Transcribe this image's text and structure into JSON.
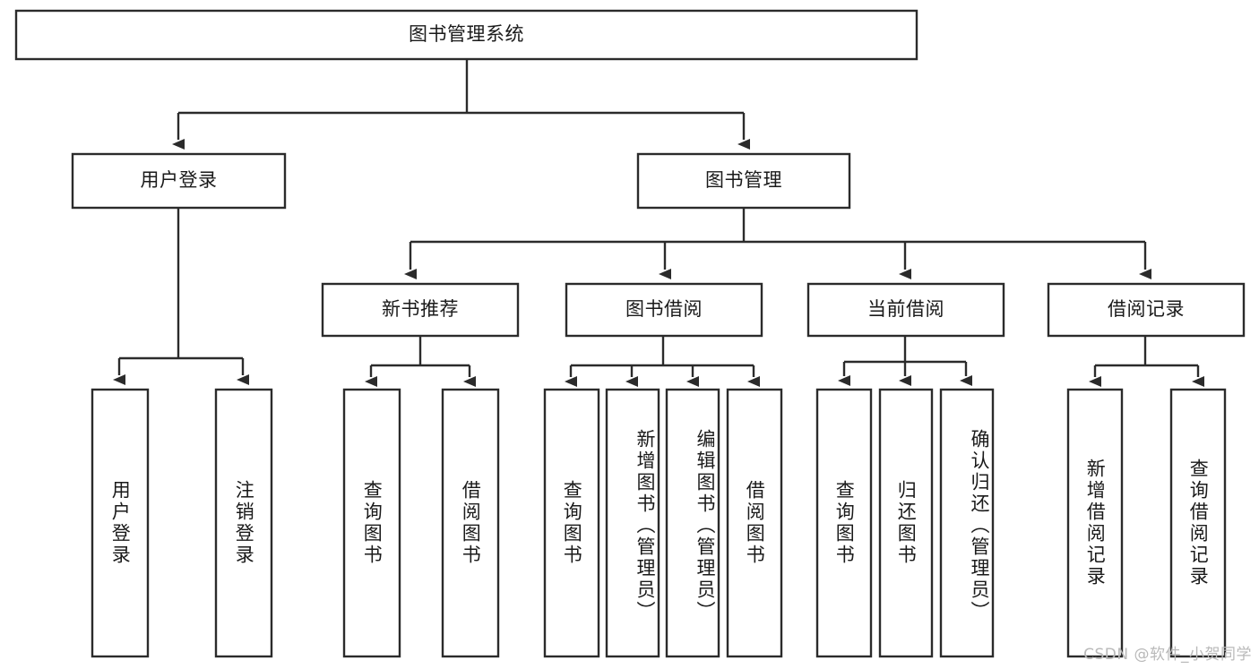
{
  "diagram": {
    "title": "图书管理系统",
    "type": "tree",
    "root": {
      "label": "图书管理系统"
    },
    "level2": [
      {
        "id": "user-login",
        "label": "用户登录"
      },
      {
        "id": "book-manage",
        "label": "图书管理"
      }
    ],
    "level3": [
      {
        "id": "new-book-rec",
        "label": "新书推荐"
      },
      {
        "id": "book-borrow",
        "label": "图书借阅"
      },
      {
        "id": "current-borrow",
        "label": "当前借阅"
      },
      {
        "id": "borrow-record",
        "label": "借阅记录"
      }
    ],
    "leaves": {
      "user_login": [
        {
          "id": "leaf-user-login",
          "label": "用户登录"
        },
        {
          "id": "leaf-logout",
          "label": "注销登录"
        }
      ],
      "new_book_rec": [
        {
          "id": "leaf-query-book-1",
          "label": "查询图书"
        },
        {
          "id": "leaf-borrow-book-1",
          "label": "借阅图书"
        }
      ],
      "book_borrow": [
        {
          "id": "leaf-query-book-2",
          "label": "查询图书"
        },
        {
          "id": "leaf-add-book",
          "label": "新增图书（管理员）"
        },
        {
          "id": "leaf-edit-book",
          "label": "编辑图书（管理员）"
        },
        {
          "id": "leaf-borrow-book-2",
          "label": "借阅图书"
        }
      ],
      "current_borrow": [
        {
          "id": "leaf-query-book-3",
          "label": "查询图书"
        },
        {
          "id": "leaf-return-book",
          "label": "归还图书"
        },
        {
          "id": "leaf-confirm-return",
          "label": "确认归还（管理员）"
        }
      ],
      "borrow_record": [
        {
          "id": "leaf-add-record",
          "label": "新增借阅记录"
        },
        {
          "id": "leaf-query-record",
          "label": "查询借阅记录"
        }
      ]
    }
  },
  "watermark": {
    "text": "CSDN @软件_小贺同学"
  },
  "colors": {
    "stroke": "#2b2b2b",
    "fill": "#ffffff",
    "text": "#1a1a1a",
    "watermark": "#b9b9b9"
  }
}
